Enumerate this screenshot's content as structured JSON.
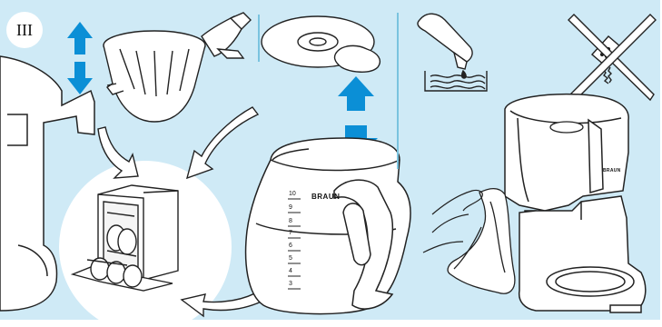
{
  "step": {
    "label": "III"
  },
  "carafe": {
    "brand": "BRAUN",
    "scale": [
      "10",
      "9",
      "8",
      "7",
      "6",
      "5",
      "4",
      "3"
    ]
  },
  "machine": {
    "brand": "BRAUN"
  },
  "colors": {
    "background": "#cfeaf6",
    "arrow_blue": "#0b8fd6",
    "line": "#222222",
    "divider": "#7ac3df"
  },
  "icons": [
    "up-down-arrow-icon",
    "curved-arrow-icon",
    "dishwasher-icon",
    "filter-basket-icon",
    "lid-icon",
    "carafe-icon",
    "descaler-bottle-icon",
    "no-abrasive-icon",
    "coffee-maker-icon",
    "cloth-icon"
  ]
}
